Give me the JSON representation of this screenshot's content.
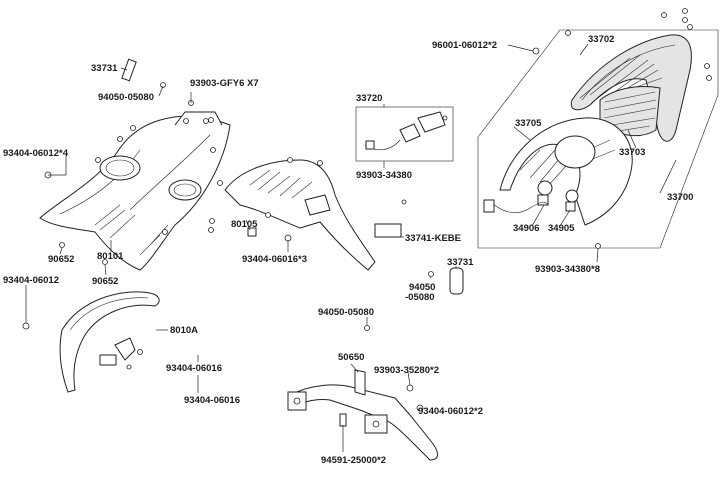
{
  "labels": {
    "p33731_top": "33731",
    "p94050_05080_top": "94050-05080",
    "p93903_gfy6": "93903-GFY6 X7",
    "p93404_06012_4": "93404-06012*4",
    "p90652_a": "90652",
    "p80101": "80101",
    "p90652_b": "90652",
    "p93404_06012": "93404-06012",
    "p8010a": "8010A",
    "p93404_06016_a": "93404-06016",
    "p93404_06016_b": "93404-06016",
    "p33720": "33720",
    "p93903_34380": "93903-34380",
    "p80105": "80105",
    "p93404_06016_3": "93404-06016*3",
    "p33741_kebe": "33741-KEBE",
    "p33731_mid": "33731",
    "p94050_a": "94050",
    "p05080_b": "-05080",
    "p94050_05080_mid": "94050-05080",
    "p96001_06012_2": "96001-06012*2",
    "p33702": "33702",
    "p33705": "33705",
    "p33703": "33703",
    "p33700": "33700",
    "p34906": "34906",
    "p34905": "34905",
    "p93903_34380_8": "93903-34380*8",
    "p50650": "50650",
    "p93903_35280_2": "93903-35280*2",
    "p93404_06012_2": "93404-06012*2",
    "p94591_25000_2": "94591-25000*2"
  }
}
